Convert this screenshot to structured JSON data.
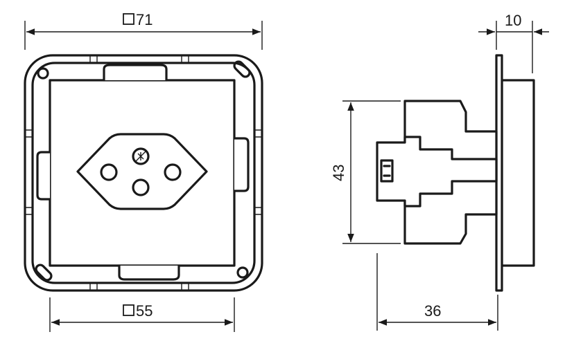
{
  "dimensions": {
    "frame_width": "71",
    "insert_width": "55",
    "height": "43",
    "depth": "36",
    "plate_thickness": "10"
  }
}
